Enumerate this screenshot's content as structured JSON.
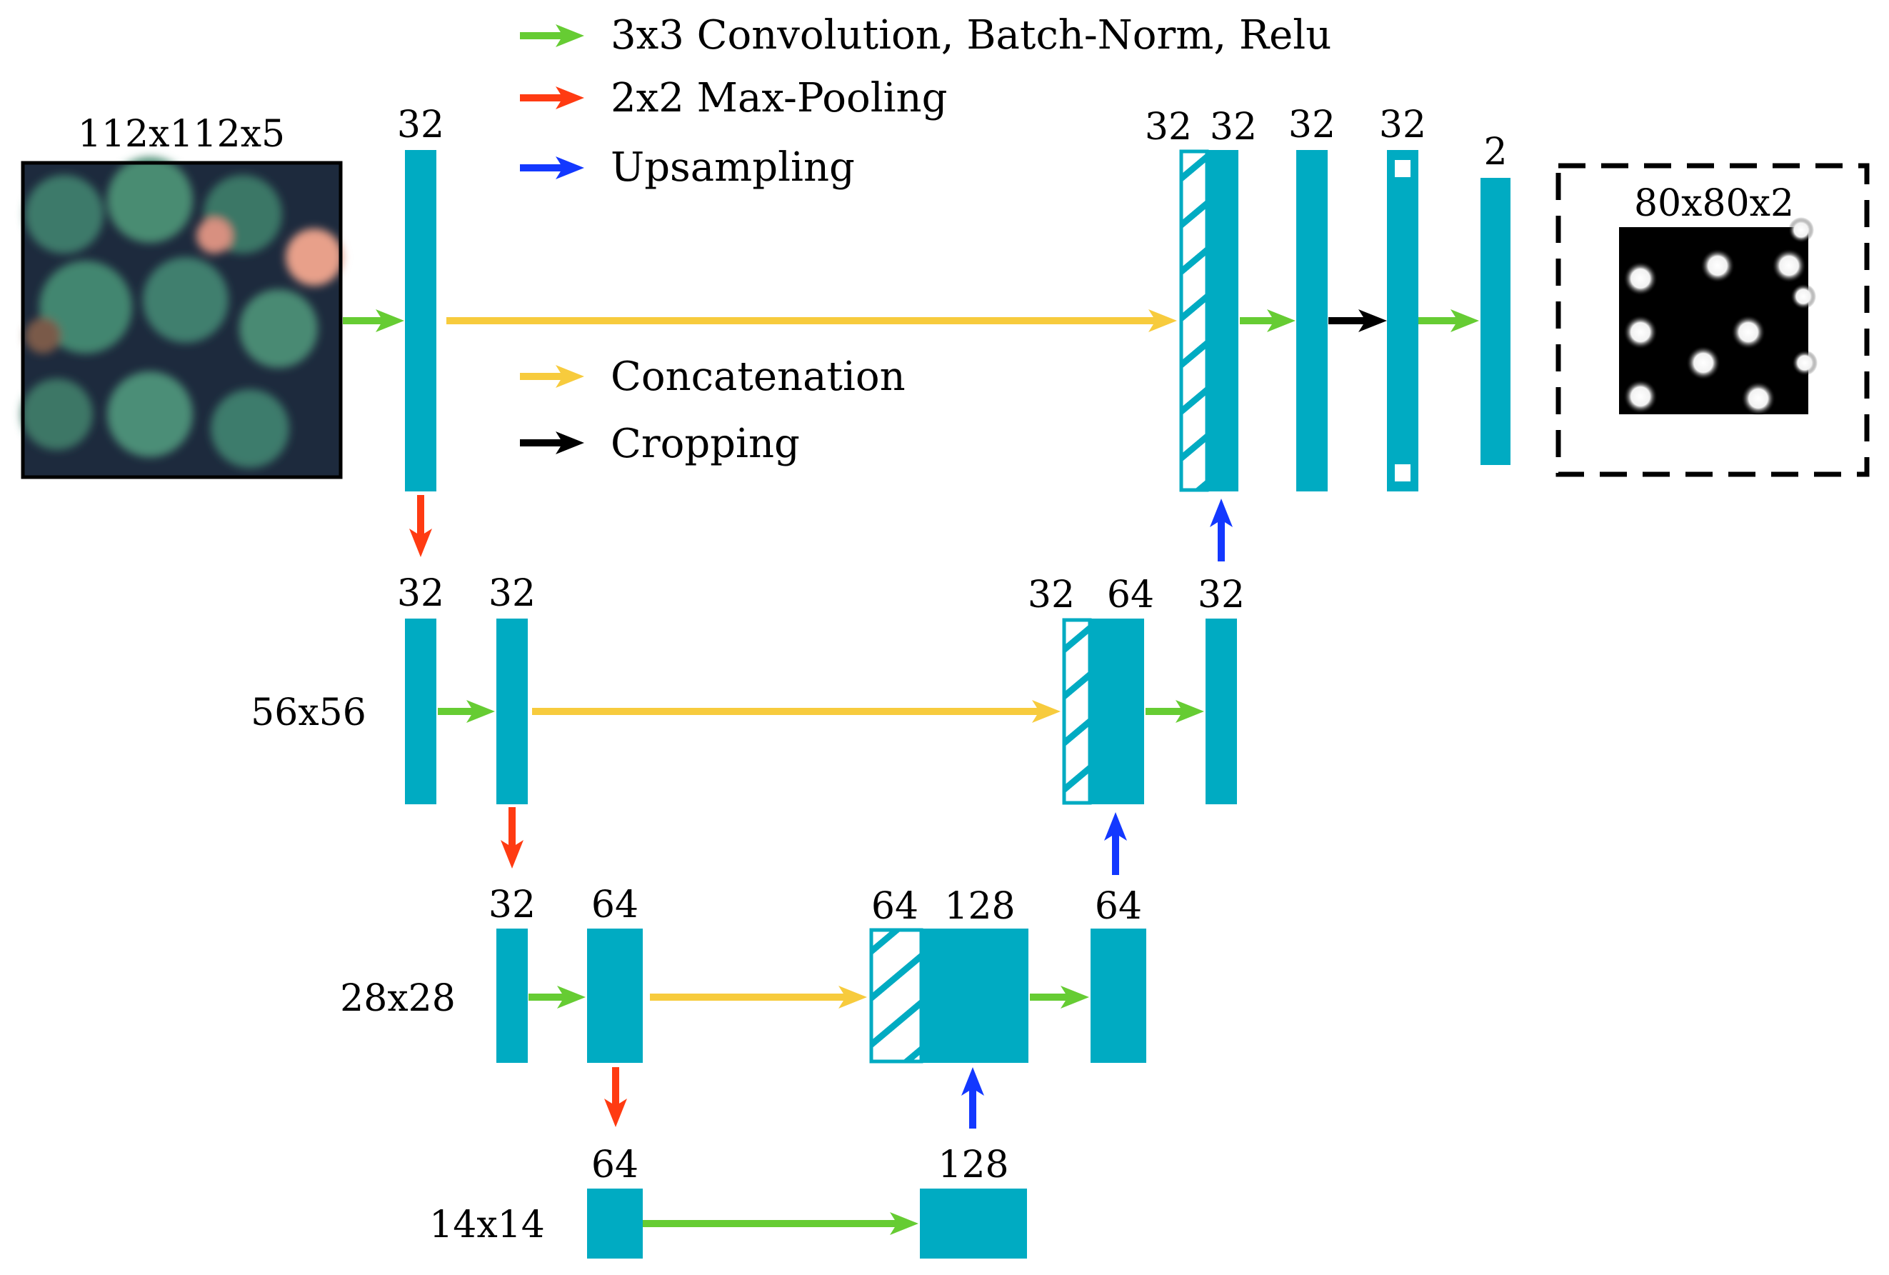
{
  "colors": {
    "block": "#00abc2",
    "conv": "#66cc33",
    "pool": "#ff3b12",
    "up": "#1338ff",
    "concat": "#f7cb3d",
    "crop": "#000000"
  },
  "icons": {
    "input": "aerial-plants-image-icon",
    "output": "output-mask-icon"
  },
  "legend": {
    "conv": "3x3 Convolution, Batch-Norm, Relu",
    "pool": "2x2 Max-Pooling",
    "up": "Upsampling",
    "concat": "Concatenation",
    "crop": "Cropping"
  },
  "input_label": "112x112x5",
  "output_label": "80x80x2",
  "resolutions": {
    "r56": "56x56",
    "r28": "28x28",
    "r14": "14x14"
  },
  "channels": {
    "top_enc": "32",
    "top_concat_skip": "32",
    "top_concat_up": "32",
    "top_conv": "32",
    "top_crop": "32",
    "top_out": "2",
    "l1_a": "32",
    "l1_b": "32",
    "l1_concat_skip": "32",
    "l1_concat_up": "64",
    "l1_conv": "32",
    "l2_a": "32",
    "l2_b": "64",
    "l2_concat_skip": "64",
    "l2_concat_up": "128",
    "l2_conv": "64",
    "l3_a": "64",
    "l3_b": "128"
  }
}
